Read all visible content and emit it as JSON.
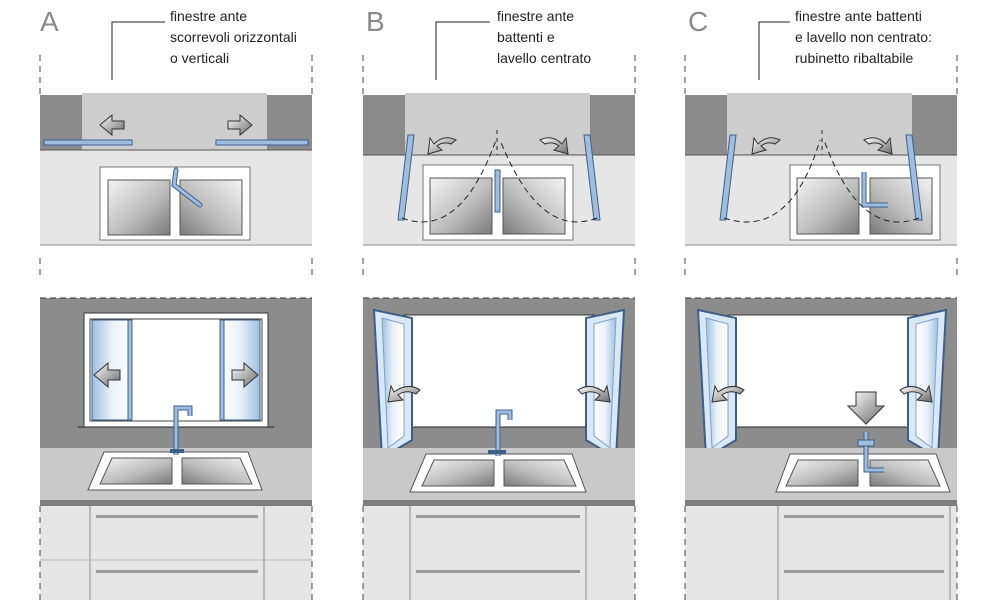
{
  "panels": [
    {
      "id": "A",
      "letter": "A",
      "caption_lines": [
        "finestre ante",
        "scorrevoli orizzontali",
        "o verticali"
      ],
      "window_type": "sliding",
      "sink_position": "centered"
    },
    {
      "id": "B",
      "letter": "B",
      "caption_lines": [
        "finestre ante",
        "battenti e",
        "lavello centrato"
      ],
      "window_type": "casement",
      "sink_position": "centered"
    },
    {
      "id": "C",
      "letter": "C",
      "caption_lines": [
        "finestre ante battenti",
        "e lavello non centrato:",
        "rubinetto ribaltabile"
      ],
      "window_type": "casement",
      "sink_position": "off-center",
      "faucet": "folding"
    }
  ],
  "colors": {
    "wall": "#8c8c8c",
    "counter": "#c9c9c9",
    "counter_edge": "#7d7d7d",
    "glass": "#cfe1f1",
    "frame": "#8fb0d6",
    "frame_dark": "#3e5f86",
    "cabinet": "#e6e6e6",
    "sink_light": "#f3f3f3",
    "sink_dark": "#8a8a8a"
  }
}
